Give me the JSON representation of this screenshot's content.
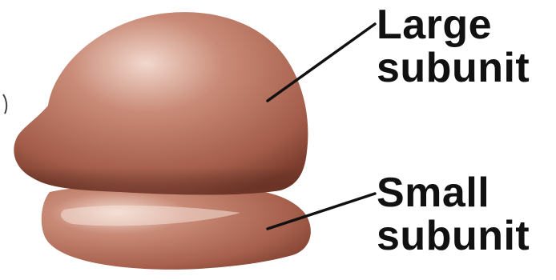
{
  "labels": {
    "large": {
      "line1": "Large",
      "line2": "subunit"
    },
    "small": {
      "line1": "Small",
      "line2": "subunit"
    }
  },
  "colors": {
    "subunit_base": "#a86250",
    "subunit_highlight": "#f3dbd1",
    "subunit_shadow": "#6e3527",
    "leader_line": "#111111"
  }
}
